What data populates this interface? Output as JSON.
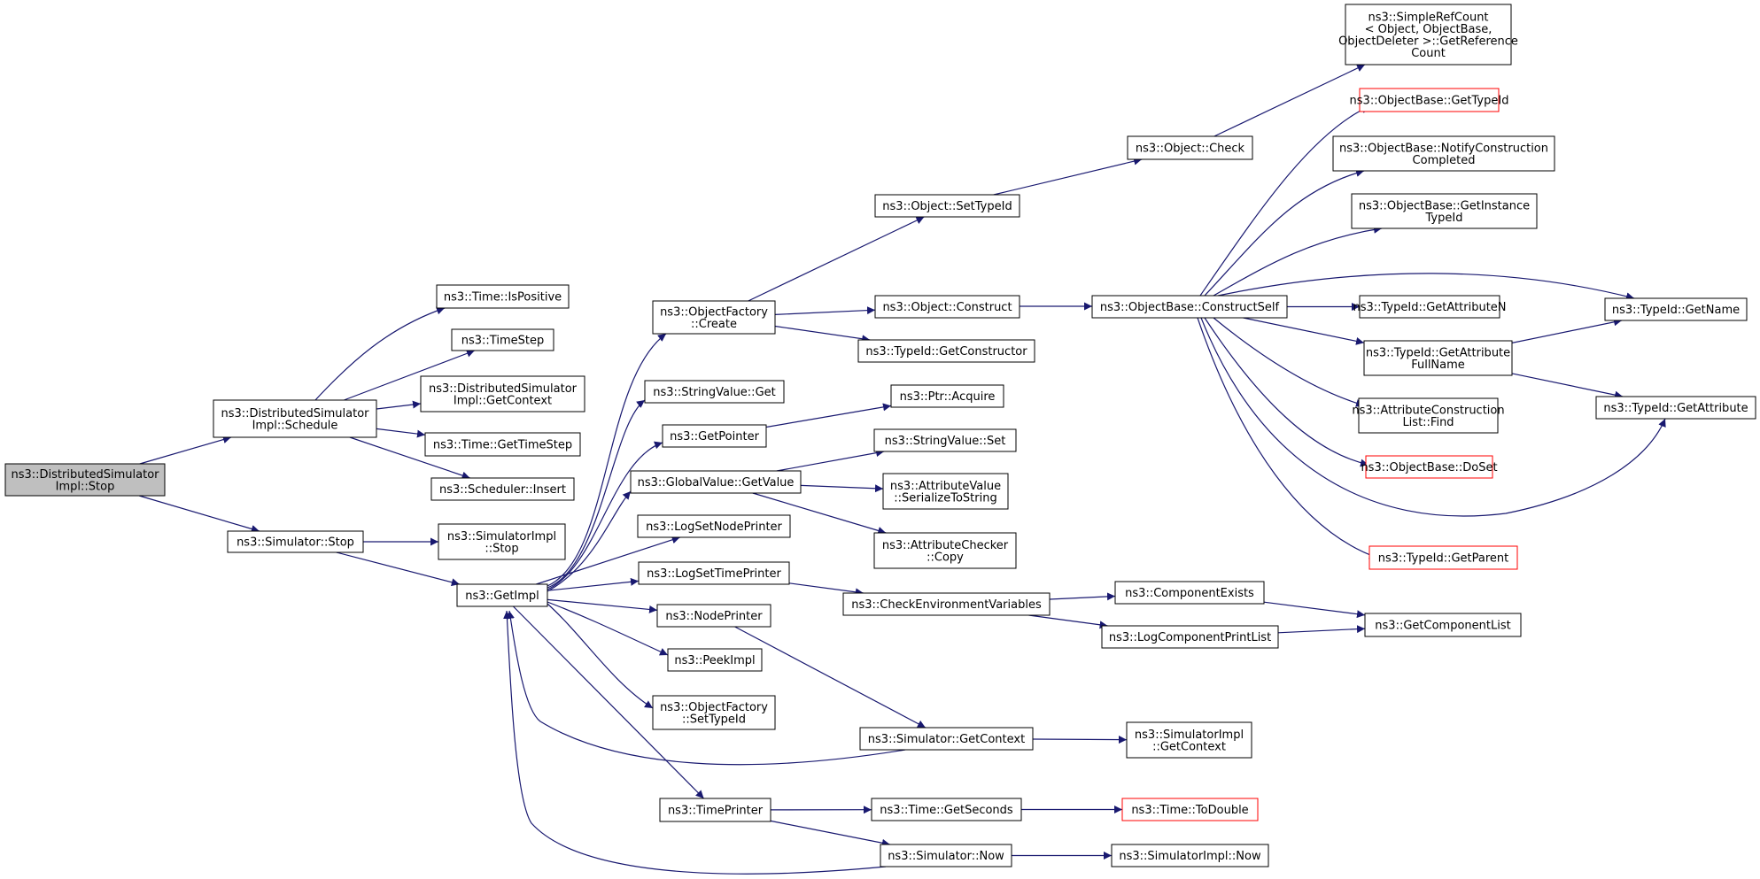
{
  "colors": {
    "edge": "#191970",
    "node_border": "#000000",
    "link_border_red": "#ff0000",
    "root_fill": "#bfbfbf",
    "node_fill": "#ffffff"
  },
  "nodes": [
    {
      "id": "dsi_stop",
      "lines": [
        "ns3::DistributedSimulator",
        "Impl::Stop"
      ],
      "root": true
    },
    {
      "id": "dsi_schedule",
      "lines": [
        "ns3::DistributedSimulator",
        "Impl::Schedule"
      ]
    },
    {
      "id": "sim_stop",
      "lines": [
        "ns3::Simulator::Stop"
      ]
    },
    {
      "id": "time_ispositive",
      "lines": [
        "ns3::Time::IsPositive"
      ]
    },
    {
      "id": "timestep",
      "lines": [
        "ns3::TimeStep"
      ]
    },
    {
      "id": "dsi_getcontext",
      "lines": [
        "ns3::DistributedSimulator",
        "Impl::GetContext"
      ]
    },
    {
      "id": "time_gettimestep",
      "lines": [
        "ns3::Time::GetTimeStep"
      ]
    },
    {
      "id": "scheduler_insert",
      "lines": [
        "ns3::Scheduler::Insert"
      ]
    },
    {
      "id": "simimpl_stop",
      "lines": [
        "ns3::SimulatorImpl",
        "::Stop"
      ]
    },
    {
      "id": "getimpl",
      "lines": [
        "ns3::GetImpl"
      ]
    },
    {
      "id": "of_create",
      "lines": [
        "ns3::ObjectFactory",
        "::Create"
      ]
    },
    {
      "id": "stringvalue_get",
      "lines": [
        "ns3::StringValue::Get"
      ]
    },
    {
      "id": "getpointer",
      "lines": [
        "ns3::GetPointer"
      ]
    },
    {
      "id": "globalvalue_getvalue",
      "lines": [
        "ns3::GlobalValue::GetValue"
      ]
    },
    {
      "id": "logsetnodeprinter",
      "lines": [
        "ns3::LogSetNodePrinter"
      ]
    },
    {
      "id": "logsettimeprinter",
      "lines": [
        "ns3::LogSetTimePrinter"
      ]
    },
    {
      "id": "nodeprinter",
      "lines": [
        "ns3::NodePrinter"
      ]
    },
    {
      "id": "peekimpl",
      "lines": [
        "ns3::PeekImpl"
      ]
    },
    {
      "id": "of_settypeid",
      "lines": [
        "ns3::ObjectFactory",
        "::SetTypeId"
      ]
    },
    {
      "id": "timeprinter",
      "lines": [
        "ns3::TimePrinter"
      ]
    },
    {
      "id": "object_settypeid",
      "lines": [
        "ns3::Object::SetTypeId"
      ]
    },
    {
      "id": "object_construct",
      "lines": [
        "ns3::Object::Construct"
      ]
    },
    {
      "id": "typeid_getconstructor",
      "lines": [
        "ns3::TypeId::GetConstructor"
      ]
    },
    {
      "id": "ptr_acquire",
      "lines": [
        "ns3::Ptr::Acquire"
      ]
    },
    {
      "id": "stringvalue_set",
      "lines": [
        "ns3::StringValue::Set"
      ]
    },
    {
      "id": "attrvalue_serialize",
      "lines": [
        "ns3::AttributeValue",
        "::SerializeToString"
      ]
    },
    {
      "id": "attrchecker_copy",
      "lines": [
        "ns3::AttributeChecker",
        "::Copy"
      ]
    },
    {
      "id": "checkenv",
      "lines": [
        "ns3::CheckEnvironmentVariables"
      ]
    },
    {
      "id": "sim_getcontext",
      "lines": [
        "ns3::Simulator::GetContext"
      ]
    },
    {
      "id": "time_getseconds",
      "lines": [
        "ns3::Time::GetSeconds"
      ]
    },
    {
      "id": "sim_now",
      "lines": [
        "ns3::Simulator::Now"
      ]
    },
    {
      "id": "object_check",
      "lines": [
        "ns3::Object::Check"
      ]
    },
    {
      "id": "objectbase_constructself",
      "lines": [
        "ns3::ObjectBase::ConstructSelf"
      ]
    },
    {
      "id": "componentexists",
      "lines": [
        "ns3::ComponentExists"
      ]
    },
    {
      "id": "logcomponentprintlist",
      "lines": [
        "ns3::LogComponentPrintList"
      ]
    },
    {
      "id": "simimpl_getcontext",
      "lines": [
        "ns3::SimulatorImpl",
        "::GetContext"
      ]
    },
    {
      "id": "time_todouble",
      "lines": [
        "ns3::Time::ToDouble"
      ],
      "red": true
    },
    {
      "id": "simimpl_now",
      "lines": [
        "ns3::SimulatorImpl::Now"
      ]
    },
    {
      "id": "simplerefcount",
      "lines": [
        "ns3::SimpleRefCount",
        "< Object, ObjectBase,",
        "ObjectDeleter >::GetReference",
        "Count"
      ]
    },
    {
      "id": "objectbase_gettypeid",
      "lines": [
        "ns3::ObjectBase::GetTypeId"
      ],
      "red": true
    },
    {
      "id": "objectbase_notify",
      "lines": [
        "ns3::ObjectBase::NotifyConstruction",
        "Completed"
      ]
    },
    {
      "id": "objectbase_getinstancetypeid",
      "lines": [
        "ns3::ObjectBase::GetInstance",
        "TypeId"
      ]
    },
    {
      "id": "typeid_getattributen",
      "lines": [
        "ns3::TypeId::GetAttributeN"
      ]
    },
    {
      "id": "typeid_getattributefullname",
      "lines": [
        "ns3::TypeId::GetAttribute",
        "FullName"
      ]
    },
    {
      "id": "attrconstructionlist_find",
      "lines": [
        "ns3::AttributeConstruction",
        "List::Find"
      ]
    },
    {
      "id": "objectbase_doset",
      "lines": [
        "ns3::ObjectBase::DoSet"
      ],
      "red": true
    },
    {
      "id": "typeid_getparent",
      "lines": [
        "ns3::TypeId::GetParent"
      ],
      "red": true
    },
    {
      "id": "getcomponentlist",
      "lines": [
        "ns3::GetComponentList"
      ]
    },
    {
      "id": "typeid_getname",
      "lines": [
        "ns3::TypeId::GetName"
      ]
    },
    {
      "id": "typeid_getattribute",
      "lines": [
        "ns3::TypeId::GetAttribute"
      ]
    }
  ],
  "edges": [
    [
      "dsi_stop",
      "dsi_schedule"
    ],
    [
      "dsi_stop",
      "sim_stop"
    ],
    [
      "dsi_schedule",
      "time_ispositive"
    ],
    [
      "dsi_schedule",
      "timestep"
    ],
    [
      "dsi_schedule",
      "dsi_getcontext"
    ],
    [
      "dsi_schedule",
      "time_gettimestep"
    ],
    [
      "dsi_schedule",
      "scheduler_insert"
    ],
    [
      "sim_stop",
      "simimpl_stop"
    ],
    [
      "sim_stop",
      "getimpl"
    ],
    [
      "getimpl",
      "of_create"
    ],
    [
      "getimpl",
      "stringvalue_get"
    ],
    [
      "getimpl",
      "getpointer"
    ],
    [
      "getimpl",
      "globalvalue_getvalue"
    ],
    [
      "getimpl",
      "logsetnodeprinter"
    ],
    [
      "getimpl",
      "logsettimeprinter"
    ],
    [
      "getimpl",
      "nodeprinter"
    ],
    [
      "getimpl",
      "peekimpl"
    ],
    [
      "getimpl",
      "of_settypeid"
    ],
    [
      "getimpl",
      "timeprinter"
    ],
    [
      "of_create",
      "object_settypeid"
    ],
    [
      "of_create",
      "object_construct"
    ],
    [
      "of_create",
      "typeid_getconstructor"
    ],
    [
      "getpointer",
      "ptr_acquire"
    ],
    [
      "globalvalue_getvalue",
      "stringvalue_set"
    ],
    [
      "globalvalue_getvalue",
      "attrvalue_serialize"
    ],
    [
      "globalvalue_getvalue",
      "attrchecker_copy"
    ],
    [
      "logsettimeprinter",
      "checkenv"
    ],
    [
      "nodeprinter",
      "sim_getcontext"
    ],
    [
      "sim_getcontext",
      "getimpl"
    ],
    [
      "sim_getcontext",
      "simimpl_getcontext"
    ],
    [
      "timeprinter",
      "time_getseconds"
    ],
    [
      "timeprinter",
      "sim_now"
    ],
    [
      "time_getseconds",
      "time_todouble"
    ],
    [
      "sim_now",
      "getimpl"
    ],
    [
      "sim_now",
      "simimpl_now"
    ],
    [
      "object_settypeid",
      "object_check"
    ],
    [
      "object_check",
      "simplerefcount"
    ],
    [
      "object_construct",
      "objectbase_constructself"
    ],
    [
      "objectbase_constructself",
      "objectbase_gettypeid"
    ],
    [
      "objectbase_constructself",
      "objectbase_notify"
    ],
    [
      "objectbase_constructself",
      "objectbase_getinstancetypeid"
    ],
    [
      "objectbase_constructself",
      "typeid_getname"
    ],
    [
      "objectbase_constructself",
      "typeid_getattributen"
    ],
    [
      "objectbase_constructself",
      "typeid_getattributefullname"
    ],
    [
      "objectbase_constructself",
      "attrconstructionlist_find"
    ],
    [
      "objectbase_constructself",
      "objectbase_doset"
    ],
    [
      "objectbase_constructself",
      "typeid_getattribute"
    ],
    [
      "objectbase_constructself",
      "typeid_getparent"
    ],
    [
      "typeid_getattributefullname",
      "typeid_getname"
    ],
    [
      "typeid_getattributefullname",
      "typeid_getattribute"
    ],
    [
      "checkenv",
      "componentexists"
    ],
    [
      "checkenv",
      "logcomponentprintlist"
    ],
    [
      "componentexists",
      "getcomponentlist"
    ],
    [
      "logcomponentprintlist",
      "getcomponentlist"
    ]
  ]
}
